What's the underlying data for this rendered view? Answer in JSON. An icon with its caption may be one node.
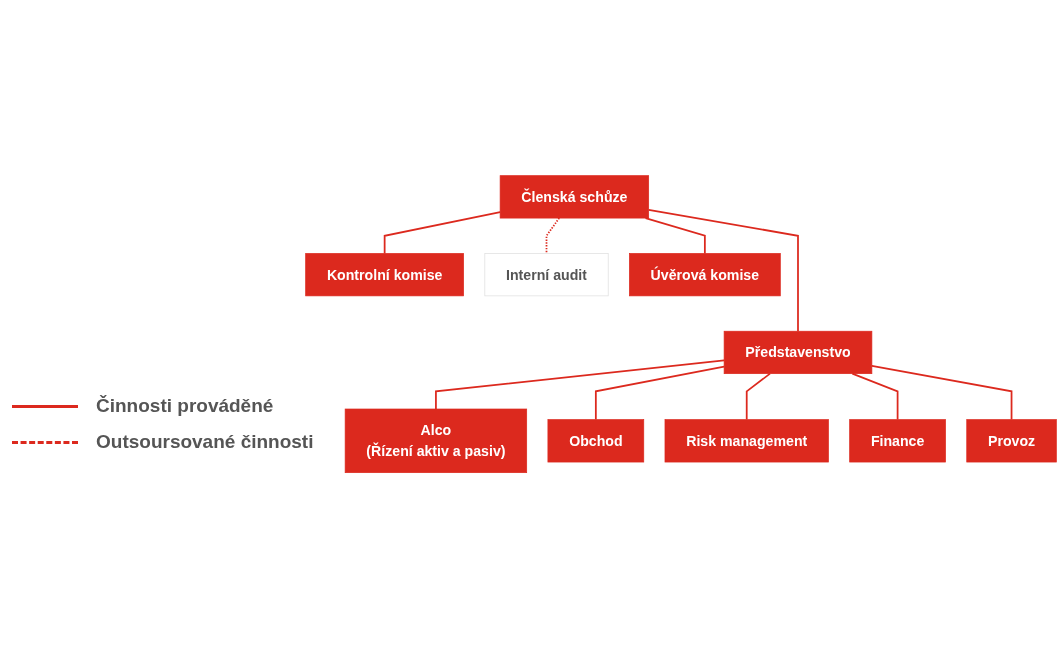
{
  "diagram": {
    "nodes": [
      {
        "text": [
          "Členská schůze"
        ]
      },
      {
        "text": [
          "Kontrolní komise"
        ]
      },
      {
        "text": [
          "Interní audit"
        ]
      },
      {
        "text": [
          "Úvěrová komise"
        ]
      },
      {
        "text": [
          "Představenstvo"
        ]
      },
      {
        "text": [
          "Alco",
          "(Řízení aktiv a pasiv)"
        ]
      },
      {
        "text": [
          "Obchod"
        ]
      },
      {
        "text": [
          "Risk management"
        ]
      },
      {
        "text": [
          "Finance"
        ]
      },
      {
        "text": [
          "Provoz"
        ]
      }
    ],
    "edges": [
      {
        "from": 0,
        "to": 1,
        "arrow": "none"
      },
      {
        "from": 0,
        "to": 2,
        "arrow": "none",
        "style": "dashed"
      },
      {
        "from": 0,
        "to": 3,
        "arrow": "none"
      },
      {
        "from": 0,
        "to": 4,
        "arrow": "none"
      },
      {
        "from": 4,
        "to": 5,
        "arrow": "none"
      },
      {
        "from": 4,
        "to": 6,
        "arrow": "none"
      },
      {
        "from": 4,
        "to": 7,
        "arrow": "none"
      },
      {
        "from": 4,
        "to": 8,
        "arrow": "none"
      },
      {
        "from": 4,
        "to": 9,
        "arrow": "none"
      }
    ],
    "legend": [
      {
        "text": "Činnosti prováděné"
      },
      {
        "text": "Outsoursované činnosti"
      }
    ]
  }
}
